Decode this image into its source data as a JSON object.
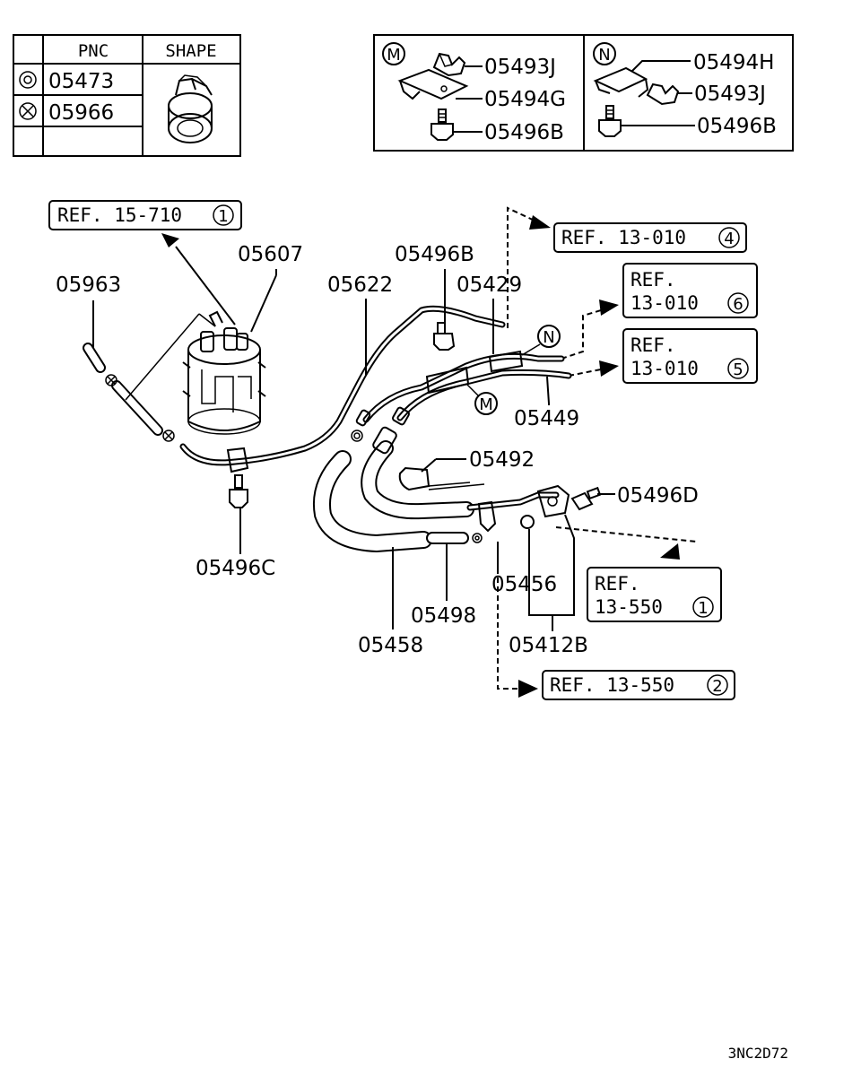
{
  "legend_table": {
    "header_pnc": "PNC",
    "header_shape": "SHAPE",
    "rows": [
      {
        "symbol": "double-circle",
        "pnc": "05473"
      },
      {
        "symbol": "crossed-circle",
        "pnc": "05966"
      },
      {
        "symbol": "",
        "pnc": ""
      }
    ]
  },
  "inset_m": {
    "marker": "M",
    "parts": [
      "05493J",
      "05494G",
      "05496B"
    ]
  },
  "inset_n": {
    "marker": "N",
    "parts": [
      "05494H",
      "05493J",
      "05496B"
    ]
  },
  "references": {
    "ref_15_710": {
      "text": "REF. 15-710",
      "num": "1"
    },
    "ref_13_010_4": {
      "text": "REF. 13-010",
      "num": "4"
    },
    "ref_13_010_6": {
      "line1": "REF.",
      "line2": "13-010",
      "num": "6"
    },
    "ref_13_010_5": {
      "line1": "REF.",
      "line2": "13-010",
      "num": "5"
    },
    "ref_13_550_1": {
      "line1": "REF.",
      "line2": "13-550",
      "num": "1"
    },
    "ref_13_550_2": {
      "text": "REF. 13-550",
      "num": "2"
    }
  },
  "callouts": {
    "p05607": "05607",
    "p05963": "05963",
    "p05622": "05622",
    "p05496B": "05496B",
    "p05429": "05429",
    "p05449": "05449",
    "p05492": "05492",
    "p05496D": "05496D",
    "p05496C": "05496C",
    "p05456": "05456",
    "p05498": "05498",
    "p05458": "05458",
    "p05412B": "05412B"
  },
  "markers": {
    "m": "M",
    "n": "N"
  },
  "diagram_code": "3NC2D72"
}
